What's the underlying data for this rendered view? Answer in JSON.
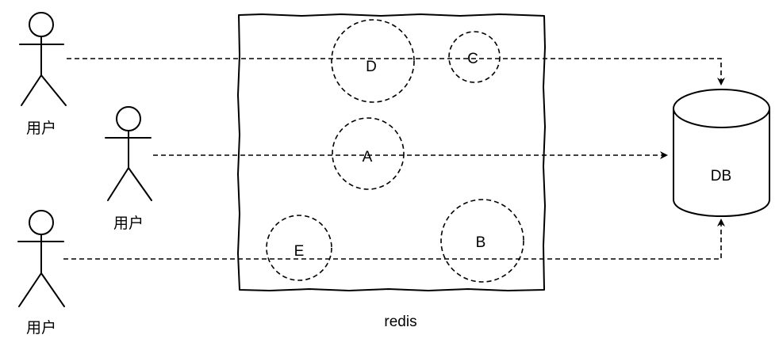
{
  "users": [
    {
      "label": "用户"
    },
    {
      "label": "用户"
    },
    {
      "label": "用户"
    }
  ],
  "cache": {
    "label": "redis",
    "keys": [
      "D",
      "C",
      "A",
      "E",
      "B"
    ]
  },
  "database": {
    "label": "DB"
  }
}
